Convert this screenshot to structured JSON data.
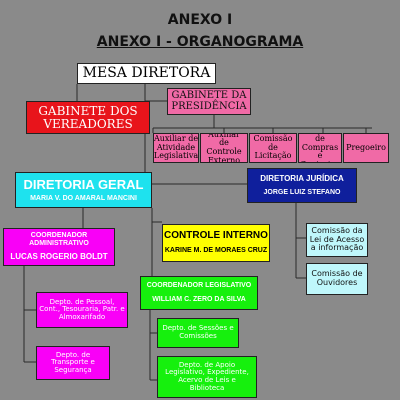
{
  "header": {
    "line1": "ANEXO I",
    "line2": "ANEXO I - ORGANOGRAMA"
  },
  "nodes": {
    "mesa": "MESA DIRETORA",
    "gab_vereadores": "GABINETE DOS VEREADORES",
    "gab_presidencia": "GABINETE DA PRESIDÊNCIA",
    "aux_ativ": "Auxiliar de Atividade Legislativa",
    "aux_ctrl": "Auxiliar de Controle Externo",
    "comissao_lic": "Comissão de Licitação",
    "aux_compras": "Auxiliar de Compras e Contratos",
    "pregoeiro": "Pregoeiro",
    "dir_geral_title": "DIRETORIA GERAL",
    "dir_geral_name": "MARIA V. DO AMARAL MANCINI",
    "dir_jur_title": "DIRETORIA JURÍDICA",
    "dir_jur_name": "JORGE LUIZ STEFANO",
    "coord_adm_title": "COORDENADOR ADMINISTRATIVO",
    "coord_adm_name": "LUCAS ROGERIO BOLDT",
    "ctrl_int_title": "CONTROLE INTERNO",
    "ctrl_int_name": "KARINE M. DE MORAES CRUZ",
    "com_lei": "Comissão da Lei de Acesso a informação",
    "com_ouv": "Comissão de Ouvidores",
    "coord_leg_title": "COORDENADOR LEGISLATIVO",
    "coord_leg_name": "WILLIAM C. ZERO DA SILVA",
    "depto_pessoal": "Depto. de Pessoal, Cont., Tesouraria, Patr. e Almoxarifado",
    "depto_transp": "Depto. de Transporte e Segurança",
    "depto_sessoes": "Depto. de Sessões e Comissões",
    "depto_apoio": "Depto. de Apoio Legislativo, Expediente, Acervo de Leis e Biblioteca"
  },
  "colors": {
    "background": "#8a8a8a",
    "white": "#ffffff",
    "red": "#e8141b",
    "pink": "#f06aa6",
    "cyan": "#1ee2ee",
    "navy": "#0f1f9c",
    "magenta": "#f900f7",
    "yellow": "#ffff00",
    "light_cyan": "#bff7fb",
    "green": "#16f00d"
  }
}
